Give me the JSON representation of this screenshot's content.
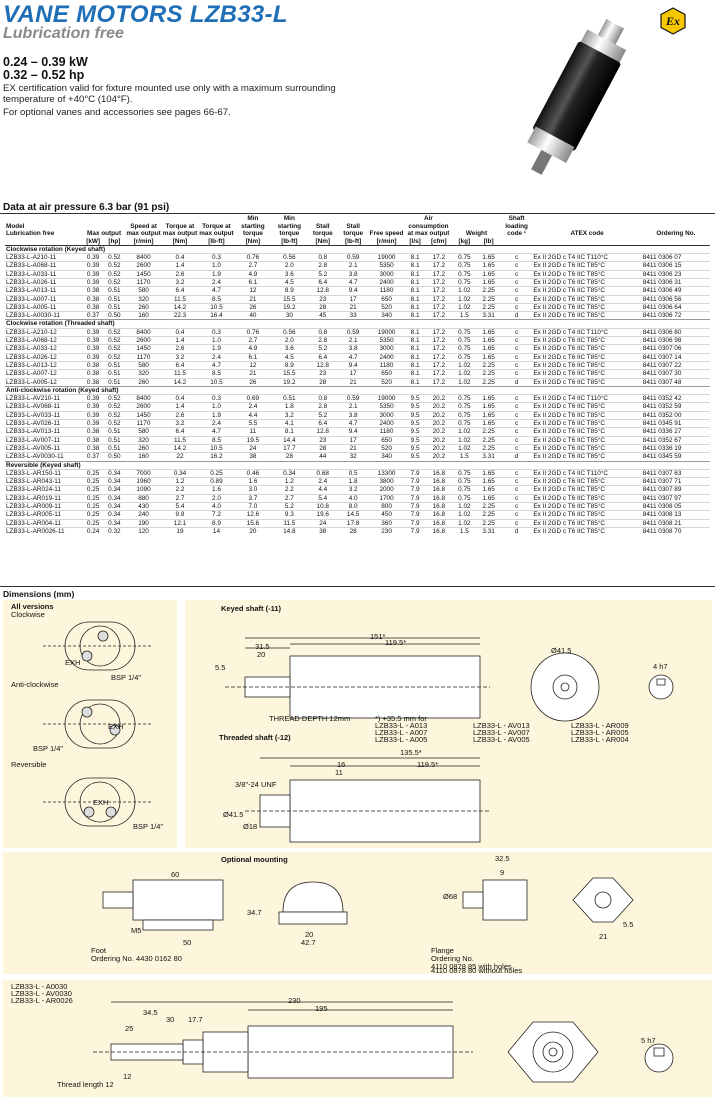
{
  "header": {
    "title": "VANE MOTORS LZB33-L",
    "subtitle": "Lubrication free",
    "power_kw": "0.24 – 0.39 kW",
    "power_hp": "0.32 – 0.52 hp",
    "note1": "EX certification valid for fixture mounted use only with a maximum surrounding",
    "note2": "temperature of +40°C (104°F).",
    "note3": "For optional vanes and accessories see pages 66-67.",
    "ex_symbol": "Ex"
  },
  "table": {
    "section_title": "Data at air pressure 6.3 bar (91 psi)",
    "headers": {
      "model": "Model",
      "lub": "Lubrication free",
      "max_output": "Max output",
      "speed": "Speed at max output",
      "torque_nm": "Torque at max output",
      "torque_lbft": "Torque at max output",
      "min_start_nm": "Min starting torque",
      "min_start_lbft": "Min starting torque",
      "stall_nm": "Stall torque",
      "stall_lbft": "Stall torque",
      "free": "Free speed",
      "air": "Air consumption at max output",
      "weight": "Weight",
      "shaft": "Shaft loading code ¹",
      "atex": "ATEX code",
      "ordering": "Ordering No."
    },
    "units": [
      "",
      "[kW]",
      "[hp]",
      "[r/min]",
      "[Nm]",
      "[lb-ft]",
      "[Nm]",
      "[lb-ft]",
      "[Nm]",
      "[lb-ft]",
      "[r/min]",
      "[l/s]",
      "[cfm]",
      "[kg]",
      "[lb]",
      "",
      "",
      ""
    ],
    "groups": [
      {
        "title": "Clockwise rotation (Keyed shaft)",
        "rows": [
          [
            "LZB33-L-A210-11",
            "0.39",
            "0.52",
            "8400",
            "0.4",
            "0.3",
            "0.76",
            "0.56",
            "0.8",
            "0.59",
            "19000",
            "8.1",
            "17.2",
            "0.75",
            "1.65",
            "c",
            "Ex II 2GD c T4 IIC T110°C",
            "8411 0306 07"
          ],
          [
            "LZB33-L-A068-11",
            "0.39",
            "0.52",
            "2600",
            "1.4",
            "1.0",
            "2.7",
            "2.0",
            "2.8",
            "2.1",
            "5350",
            "8.1",
            "17.2",
            "0.75",
            "1.65",
            "c",
            "Ex II 2GD c T6 IIC T85°C",
            "8411 0306 15"
          ],
          [
            "LZB33-L-A033-11",
            "0.39",
            "0.52",
            "1450",
            "2.6",
            "1.9",
            "4.9",
            "3.6",
            "5.2",
            "3.8",
            "3000",
            "8.1",
            "17.2",
            "0.75",
            "1.65",
            "c",
            "Ex II 2GD c T6 IIC T85°C",
            "8411 0306 23"
          ],
          [
            "LZB33-L-A026-11",
            "0.39",
            "0.52",
            "1170",
            "3.2",
            "2.4",
            "6.1",
            "4.5",
            "6.4",
            "4.7",
            "2400",
            "8.1",
            "17.2",
            "0.75",
            "1.65",
            "c",
            "Ex II 2GD c T6 IIC T85°C",
            "8411 0306 31"
          ],
          [
            "LZB33-L-A013-11",
            "0.38",
            "0.51",
            "580",
            "6.4",
            "4.7",
            "12",
            "8.9",
            "12.8",
            "9.4",
            "1180",
            "8.1",
            "17.2",
            "1.02",
            "2.25",
            "c",
            "Ex II 2GD c T6 IIC T85°C",
            "8411 0306 49"
          ],
          [
            "LZB33-L-A007-11",
            "0.38",
            "0.51",
            "320",
            "11.5",
            "8.5",
            "21",
            "15.5",
            "23",
            "17",
            "650",
            "8.1",
            "17.2",
            "1.02",
            "2.25",
            "c",
            "Ex II 2GD c T6 IIC T85°C",
            "8411 0306 56"
          ],
          [
            "LZB33-L-A005-11",
            "0.38",
            "0.51",
            "260",
            "14.2",
            "10.5",
            "26",
            "19.2",
            "28",
            "21",
            "520",
            "8.1",
            "17.2",
            "1.02",
            "2.25",
            "c",
            "Ex II 2GD c T6 IIC T85°C",
            "8411 0306 64"
          ],
          [
            "LZB33-L-A0030-11",
            "0.37",
            "0.50",
            "160",
            "22.3",
            "16.4",
            "40",
            "30",
            "45",
            "33",
            "340",
            "8.1",
            "17.2",
            "1.5",
            "3.31",
            "d",
            "Ex II 2GD c T6 IIC T85°C",
            "8411 0306 72"
          ]
        ]
      },
      {
        "title": "Clockwise rotation (Threaded shaft)",
        "rows": [
          [
            "LZB33-L-A210-12",
            "0.39",
            "0.52",
            "8400",
            "0.4",
            "0.3",
            "0.76",
            "0.56",
            "0.8",
            "0.59",
            "19000",
            "8.1",
            "17.2",
            "0.75",
            "1.65",
            "c",
            "Ex II 2GD c T4 IIC T110°C",
            "8411 0306 80"
          ],
          [
            "LZB33-L-A068-12",
            "0.39",
            "0.52",
            "2600",
            "1.4",
            "1.0",
            "2.7",
            "2.0",
            "2.8",
            "2.1",
            "5350",
            "8.1",
            "17.2",
            "0.75",
            "1.65",
            "c",
            "Ex II 2GD c T6 IIC T85°C",
            "8411 0306 98"
          ],
          [
            "LZB33-L-A033-12",
            "0.39",
            "0.52",
            "1450",
            "2.6",
            "1.9",
            "4.9",
            "3.6",
            "5.2",
            "3.8",
            "3000",
            "8.1",
            "17.2",
            "0.75",
            "1.65",
            "c",
            "Ex II 2GD c T6 IIC T85°C",
            "8411 0307 06"
          ],
          [
            "LZB33-L-A026-12",
            "0.39",
            "0.52",
            "1170",
            "3.2",
            "2.4",
            "6.1",
            "4.5",
            "6.4",
            "4.7",
            "2400",
            "8.1",
            "17.2",
            "0.75",
            "1.65",
            "c",
            "Ex II 2GD c T6 IIC T85°C",
            "8411 0307 14"
          ],
          [
            "LZB33-L-A013-12",
            "0.38",
            "0.51",
            "580",
            "6.4",
            "4.7",
            "12",
            "8.9",
            "12.8",
            "9.4",
            "1180",
            "8.1",
            "17.2",
            "1.02",
            "2.25",
            "c",
            "Ex II 2GD c T6 IIC T85°C",
            "8411 0307 22"
          ],
          [
            "LZB33-L-A007-12",
            "0.38",
            "0.51",
            "320",
            "11.5",
            "8.5",
            "21",
            "15.5",
            "23",
            "17",
            "650",
            "8.1",
            "17.2",
            "1.02",
            "2.25",
            "c",
            "Ex II 2GD c T6 IIC T85°C",
            "8411 0307 30"
          ],
          [
            "LZB33-L-A005-12",
            "0.38",
            "0.51",
            "260",
            "14.2",
            "10.5",
            "26",
            "19.2",
            "28",
            "21",
            "520",
            "8.1",
            "17.2",
            "1.02",
            "2.25",
            "d",
            "Ex II 2GD c T6 IIC T85°C",
            "8411 0307 48"
          ]
        ]
      },
      {
        "title": "Anti-clockwise rotation (Keyed shaft)",
        "rows": [
          [
            "LZB33-L-AV210-11",
            "0.39",
            "0.52",
            "8400",
            "0.4",
            "0.3",
            "0.69",
            "0.51",
            "0.8",
            "0.59",
            "19000",
            "9.5",
            "20.2",
            "0.75",
            "1.65",
            "c",
            "Ex II 2GD c T4 IIC T110°C",
            "8411 0352 42"
          ],
          [
            "LZB33-L-AV068-11",
            "0.39",
            "0.52",
            "2600",
            "1.4",
            "1.0",
            "2.4",
            "1.8",
            "2.8",
            "2.1",
            "5350",
            "9.5",
            "20.2",
            "0.75",
            "1.65",
            "c",
            "Ex II 2GD c T6 IIC T85°C",
            "8411 0352 59"
          ],
          [
            "LZB33-L-AV033-11",
            "0.39",
            "0.52",
            "1450",
            "2.6",
            "1.9",
            "4.4",
            "3.2",
            "5.2",
            "3.8",
            "3000",
            "9.5",
            "20.2",
            "0.75",
            "1.65",
            "c",
            "Ex II 2GD c T6 IIC T85°C",
            "8411 0352 00"
          ],
          [
            "LZB33-L-AV026-11",
            "0.39",
            "0.52",
            "1170",
            "3.2",
            "2.4",
            "5.5",
            "4.1",
            "6.4",
            "4.7",
            "2400",
            "9.5",
            "20.2",
            "0.75",
            "1.65",
            "c",
            "Ex II 2GD c T6 IIC T85°C",
            "8411 0345 91"
          ],
          [
            "LZB33-L-AV013-11",
            "0.38",
            "0.51",
            "580",
            "6.4",
            "4.7",
            "11",
            "8.1",
            "12.8",
            "9.4",
            "1180",
            "9.5",
            "20.2",
            "1.02",
            "2.25",
            "c",
            "Ex II 2GD c T6 IIC T85°C",
            "8411 0336 27"
          ],
          [
            "LZB33-L-AV007-11",
            "0.38",
            "0.51",
            "320",
            "11.5",
            "8.5",
            "19.5",
            "14.4",
            "23",
            "17",
            "650",
            "9.5",
            "20.2",
            "1.02",
            "2.25",
            "c",
            "Ex II 2GD c T6 IIC T85°C",
            "8411 0352 67"
          ],
          [
            "LZB33-L-AV005-11",
            "0.38",
            "0.51",
            "260",
            "14.2",
            "10.5",
            "24",
            "17.7",
            "28",
            "21",
            "520",
            "9.5",
            "20.2",
            "1.02",
            "2.25",
            "c",
            "Ex II 2GD c T6 IIC T85°C",
            "8411 0336 19"
          ],
          [
            "LZB33-L-AV0030-11",
            "0.37",
            "0.50",
            "160",
            "22",
            "16.2",
            "38",
            "28",
            "44",
            "32",
            "340",
            "9.5",
            "20.2",
            "1.5",
            "3.31",
            "d",
            "Ex II 2GD c T6 IIC T85°C",
            "8411 0345 59"
          ]
        ]
      },
      {
        "title": "Reversible (Keyed shaft)",
        "rows": [
          [
            "LZB33-L-AR150-11",
            "0.25",
            "0.34",
            "7000",
            "0.34",
            "0.25",
            "0.46",
            "0.34",
            "0.68",
            "0.5",
            "13300",
            "7.9",
            "16.8",
            "0.75",
            "1.65",
            "c",
            "Ex II 2GD c T4 IIC T110°C",
            "8411 0307 63"
          ],
          [
            "LZB33-L-AR043-11",
            "0.25",
            "0.34",
            "1960",
            "1.2",
            "0.89",
            "1.6",
            "1.2",
            "2.4",
            "1.8",
            "3800",
            "7.9",
            "16.8",
            "0.75",
            "1.65",
            "c",
            "Ex II 2GD c T6 IIC T85°C",
            "8411 0307 71"
          ],
          [
            "LZB33-L-AR024-11",
            "0.25",
            "0.34",
            "1090",
            "2.2",
            "1.6",
            "3.0",
            "2.2",
            "4.4",
            "3.2",
            "2000",
            "7.9",
            "16.8",
            "0.75",
            "1.65",
            "c",
            "Ex II 2GD c T6 IIC T85°C",
            "8411 0307 89"
          ],
          [
            "LZB33-L-AR019-11",
            "0.25",
            "0.34",
            "880",
            "2.7",
            "2.0",
            "3.7",
            "2.7",
            "5.4",
            "4.0",
            "1700",
            "7.9",
            "16.8",
            "0.75",
            "1.65",
            "c",
            "Ex II 2GD c T6 IIC T85°C",
            "8411 0307 97"
          ],
          [
            "LZB33-L-AR009-11",
            "0.25",
            "0.34",
            "430",
            "5.4",
            "4.0",
            "7.0",
            "5.2",
            "10.8",
            "8.0",
            "800",
            "7.9",
            "16.8",
            "1.02",
            "2.25",
            "c",
            "Ex II 2GD c T6 IIC T85°C",
            "8411 0308 05"
          ],
          [
            "LZB33-L-AR005-11",
            "0.25",
            "0.34",
            "240",
            "9.8",
            "7.2",
            "12.6",
            "9.3",
            "19.6",
            "14.5",
            "450",
            "7.9",
            "16.8",
            "1.02",
            "2.25",
            "c",
            "Ex II 2GD c T6 IIC T85°C",
            "8411 0308 13"
          ],
          [
            "LZB33-L-AR004-11",
            "0.25",
            "0.34",
            "190",
            "12.1",
            "8.9",
            "15.6",
            "11.5",
            "24",
            "17.8",
            "360",
            "7.9",
            "16.8",
            "1.02",
            "2.25",
            "c",
            "Ex II 2GD c T6 IIC T85°C",
            "8411 0308 21"
          ],
          [
            "LZB33-L-AR0026-11",
            "0.24",
            "0.32",
            "120",
            "19",
            "14",
            "20",
            "14.8",
            "38",
            "28",
            "230",
            "7.9",
            "16.8",
            "1.5",
            "3.31",
            "d",
            "Ex II 2GD c T6 IIC T85°C",
            "8411 0308 70"
          ]
        ]
      }
    ]
  },
  "dimensions": {
    "title": "Dimensions (mm)",
    "all_versions": "All versions",
    "clockwise": "Clockwise",
    "anticlockwise": "Anti-clockwise",
    "reversible": "Reversible",
    "bsp": "BSP 1/4\"",
    "exh": "EXH",
    "keyed_shaft": "Keyed shaft (-11)",
    "threaded_shaft": "Threaded shaft (-12)",
    "thread_depth": "THREAD DEPTH 12mm",
    "footnote1": "*) +35.5 mm for",
    "footnote_models": [
      "LZB33-L - A013",
      "LZB33-L - AV013",
      "LZB33-L - AR009",
      "LZB33-L - A007",
      "LZB33-L - AV007",
      "LZB33-L - AR005",
      "LZB33-L - A005",
      "LZB33-L - AV005",
      "LZB33-L - AR004"
    ],
    "optional_mounting": "Optional mounting",
    "foot": "Foot",
    "foot_order": "Ordering No. 4430 0162 80",
    "flange": "Flange",
    "flange_order": "Ordering No.",
    "flange_holes": "4110 0878 85 with holes",
    "flange_noholes": "4110 0878 80 without holes",
    "bottom_models": [
      "LZB33-L - A0030",
      "LZB33-L - AV0030",
      "LZB33-L - AR0026"
    ],
    "thread_length": "Thread length 12",
    "dims_keyed": {
      "d151": "151*",
      "d119": "119.5*",
      "d31": "31.5",
      "d20": "20",
      "d55": "5.5",
      "d415": "Ø41.5",
      "d4h7": "4 h7"
    },
    "dims_threaded": {
      "d135": "135.5*",
      "d16": "16",
      "d11": "11",
      "d119": "119.5*",
      "d415": "Ø41.5",
      "d18": "Ø18",
      "unf": "3/8\"-24 UNF"
    },
    "dims_foot": {
      "d60": "60",
      "d50": "50",
      "d20": "20",
      "d427": "42.7",
      "d347": "34.7",
      "m5": "M5"
    },
    "dims_flange": {
      "d325": "32.5",
      "d9": "9",
      "d68": "Ø68",
      "d55": "5.5",
      "d21": "21"
    },
    "dims_bottom": {
      "d230": "230",
      "d195": "195",
      "d345": "34.5",
      "d30": "30",
      "d177": "17.7",
      "d25": "25",
      "d12": "12",
      "d5h7": "5 h7"
    }
  }
}
